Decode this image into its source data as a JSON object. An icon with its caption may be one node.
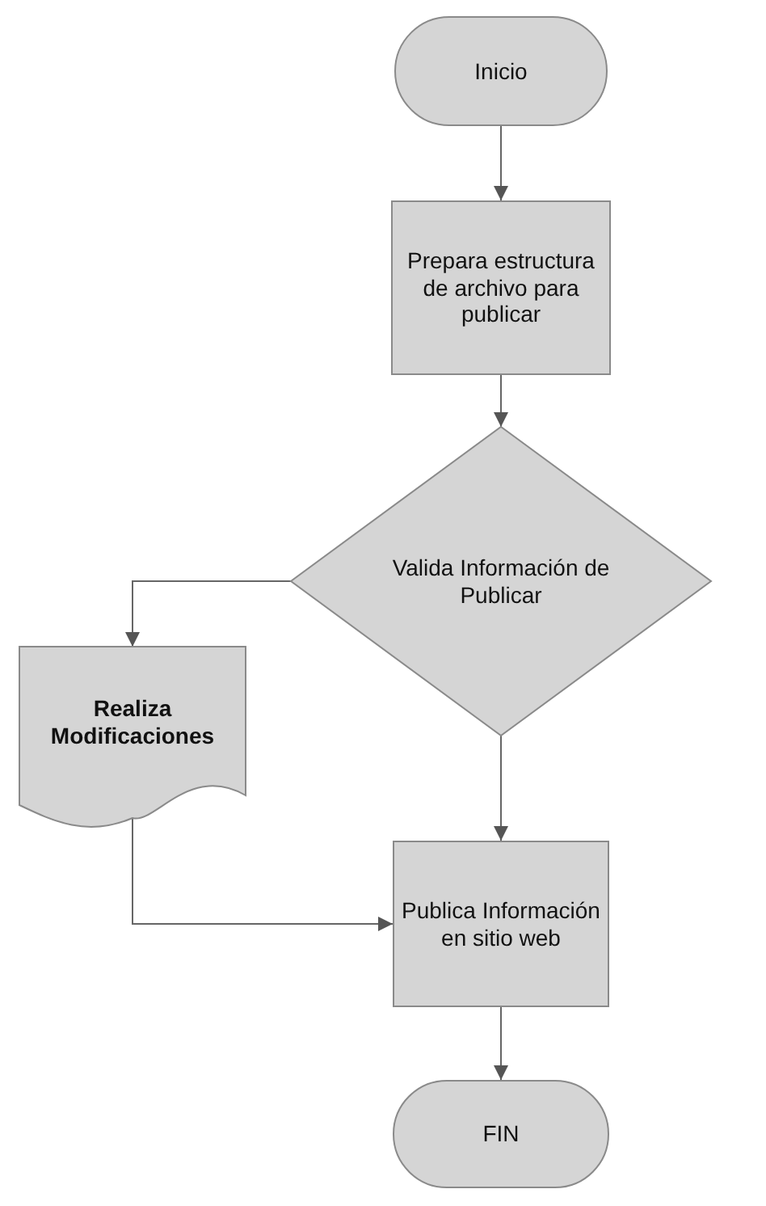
{
  "diagram": {
    "nodes": [
      {
        "text": [
          "Inicio"
        ]
      },
      {
        "text": [
          "Prepara estructura de archivo para publicar"
        ]
      },
      {
        "text": [
          "Valida Información de Publicar"
        ]
      },
      {
        "text": [
          "Realiza Modificaciones"
        ]
      },
      {
        "text": [
          "Publica Información en sitio web"
        ]
      },
      {
        "text": [
          "FIN"
        ]
      }
    ],
    "edges": [
      {
        "from": 0,
        "to": 1,
        "arrow": "to"
      },
      {
        "from": 1,
        "to": 2,
        "arrow": "to"
      },
      {
        "from": 2,
        "to": 3,
        "arrow": "to"
      },
      {
        "from": 2,
        "to": 4,
        "arrow": "to"
      },
      {
        "from": 3,
        "to": 4,
        "arrow": "to"
      },
      {
        "from": 4,
        "to": 5,
        "arrow": "to"
      }
    ]
  }
}
